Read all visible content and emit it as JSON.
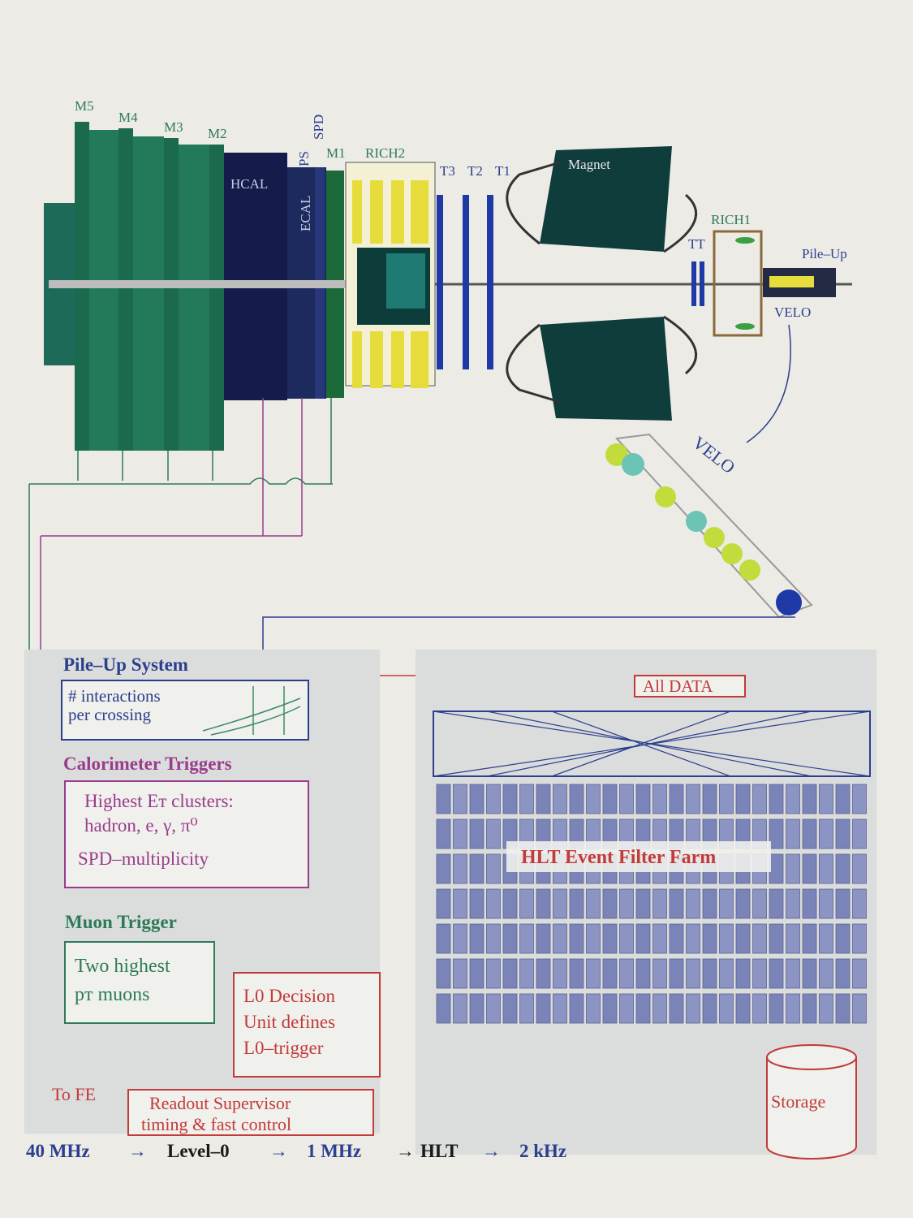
{
  "detector": {
    "labels": {
      "m5": "M5",
      "m4": "M4",
      "m3": "M3",
      "m2": "M2",
      "spd": "SPD",
      "ps": "PS",
      "m1": "M1",
      "rich2": "RICH2",
      "hcal": "HCAL",
      "ecal": "ECAL",
      "t3": "T3",
      "t2": "T2",
      "t1": "T1",
      "magnet": "Magnet",
      "rich1": "RICH1",
      "tt": "TT",
      "pileup": "Pile–Up",
      "velo": "VELO",
      "velo_inset": "VELO"
    }
  },
  "trigger": {
    "pileup": {
      "title": "Pile–Up System",
      "line1": "# interactions",
      "line2": "per crossing"
    },
    "calorimeter": {
      "title": "Calorimeter Triggers",
      "line1": "Highest Eᴛ clusters:",
      "line2": "hadron, e, γ, π⁰",
      "line3": "SPD–multiplicity"
    },
    "muon": {
      "title": "Muon Trigger",
      "line1": "Two highest",
      "line2": "pᴛ muons"
    },
    "l0": {
      "line1": "L0 Decision",
      "line2": "Unit defines",
      "line3": "L0–trigger"
    },
    "readout": {
      "line1": "Readout Supervisor",
      "line2": "timing & fast control"
    },
    "to_fe": "To FE",
    "all_data": "All DATA",
    "hlt_farm": "HLT Event Filter Farm",
    "storage": "Storage"
  },
  "rate_bar": {
    "r40": "40 MHz",
    "level0": "Level–0",
    "r1": "1 MHz",
    "hlt": "HLT",
    "r2": "2 kHz"
  },
  "colors": {
    "muon_green": "#1c6a4e",
    "calo_navy": "#151c4c",
    "rich_yellow": "#e6dc3c",
    "tracker_blue": "#1f3aa6",
    "trigger_red": "#c23a3a",
    "calo_magenta": "#9a3c8c",
    "text_green": "#2e7a5a",
    "text_blue": "#2c3f8e"
  }
}
